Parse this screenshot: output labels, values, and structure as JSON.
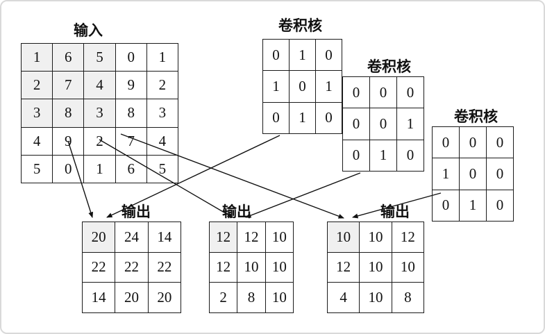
{
  "colors": {
    "highlight": "#f0f0f0",
    "border": "#1a1a1a",
    "background": "#ffffff",
    "frame_border": "#d9d9d9"
  },
  "input_matrix": {
    "label": "输入",
    "values": [
      [
        1,
        6,
        5,
        0,
        1
      ],
      [
        2,
        7,
        4,
        9,
        2
      ],
      [
        3,
        8,
        3,
        8,
        3
      ],
      [
        4,
        9,
        2,
        7,
        4
      ],
      [
        5,
        0,
        1,
        6,
        5
      ]
    ],
    "highlight": [
      [
        0,
        0
      ],
      [
        0,
        1
      ],
      [
        0,
        2
      ],
      [
        1,
        0
      ],
      [
        1,
        1
      ],
      [
        1,
        2
      ],
      [
        2,
        0
      ],
      [
        2,
        1
      ],
      [
        2,
        2
      ]
    ]
  },
  "kernels": [
    {
      "label": "卷积核",
      "values": [
        [
          0,
          1,
          0
        ],
        [
          1,
          0,
          1
        ],
        [
          0,
          1,
          0
        ]
      ],
      "highlight": []
    },
    {
      "label": "卷积核",
      "values": [
        [
          0,
          0,
          0
        ],
        [
          0,
          0,
          1
        ],
        [
          0,
          1,
          0
        ]
      ],
      "highlight": []
    },
    {
      "label": "卷积核",
      "values": [
        [
          0,
          0,
          0
        ],
        [
          1,
          0,
          0
        ],
        [
          0,
          1,
          0
        ]
      ],
      "highlight": []
    }
  ],
  "outputs": [
    {
      "label": "输出",
      "values": [
        [
          20,
          24,
          14
        ],
        [
          22,
          22,
          22
        ],
        [
          14,
          20,
          20
        ]
      ],
      "highlight": [
        [
          0,
          0
        ]
      ]
    },
    {
      "label": "输出",
      "values": [
        [
          12,
          12,
          10
        ],
        [
          12,
          10,
          10
        ],
        [
          2,
          8,
          10
        ]
      ],
      "highlight": [
        [
          0,
          0
        ]
      ]
    },
    {
      "label": "输出",
      "values": [
        [
          10,
          10,
          12
        ],
        [
          12,
          10,
          10
        ],
        [
          4,
          10,
          8
        ]
      ],
      "highlight": [
        [
          0,
          0
        ]
      ]
    }
  ],
  "arrows": [
    {
      "from": "input-matrix",
      "to": "output-1"
    },
    {
      "from": "input-matrix",
      "to": "output-2"
    },
    {
      "from": "input-matrix",
      "to": "output-3"
    },
    {
      "from": "kernel-1",
      "to": "output-1"
    },
    {
      "from": "kernel-2",
      "to": "output-2"
    },
    {
      "from": "kernel-3",
      "to": "output-3"
    }
  ]
}
